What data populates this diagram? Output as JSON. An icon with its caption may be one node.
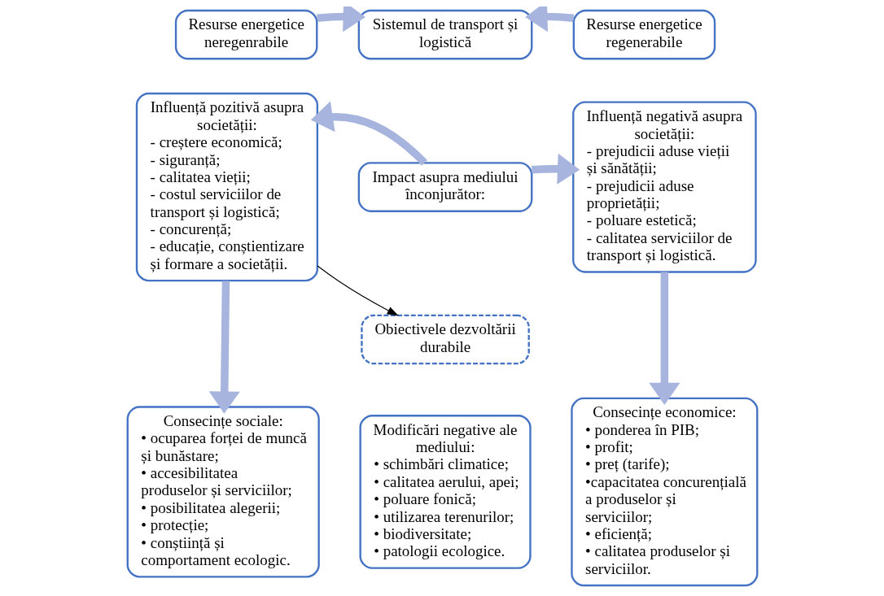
{
  "diagram": {
    "nodes": [
      {
        "text": [
          "Resurse energetice neregenrabile"
        ]
      },
      {
        "text": [
          "Sistemul de transport și logistică"
        ]
      },
      {
        "text": [
          "Resurse energetice regenerabile"
        ]
      },
      {
        "text": [
          "Influență pozitivă asupra societății:",
          "- creștere economică;",
          "- siguranță;",
          "- calitatea vieții;",
          "- costul serviciilor de transport și logistică;",
          "- concurență;",
          "- educație, conștientizare și formare a societății."
        ]
      },
      {
        "text": [
          "Impact asupra mediului înconjurător:"
        ]
      },
      {
        "text": [
          "Influență negativă asupra societății:",
          "- prejudicii aduse vieții și sănătății;",
          "- prejudicii aduse proprietății;",
          "- poluare estetică;",
          "- calitatea serviciilor de transport și logistică."
        ]
      },
      {
        "text": [
          "Obiectivele dezvoltării durabile"
        ]
      },
      {
        "text": [
          "Consecințe sociale:",
          "• ocuparea forței de muncă și bunăstare;",
          "• accesibilitatea produselor și serviciilor;",
          "• posibilitatea alegerii;",
          "• protecție;",
          "• conștiință și comportament ecologic."
        ]
      },
      {
        "text": [
          "Modificări negative ale mediului:",
          "• schimbări climatice;",
          "• calitatea aerului, apei;",
          "• poluare fonică;",
          "• utilizarea terenurilor;",
          "• biodiversitate;",
          "• patologii ecologice."
        ]
      },
      {
        "text": [
          "Consecințe economice:",
          "• ponderea în PIB;",
          "• profit;",
          "• preț (tarife);",
          "•capacitatea concurențială a produselor și serviciilor;",
          "• eficiență;",
          "• calitatea produselor și serviciilor."
        ]
      }
    ],
    "edges": [
      {
        "from": 0,
        "to": 1,
        "arrow": "to"
      },
      {
        "from": 2,
        "to": 1,
        "arrow": "to"
      },
      {
        "from": 4,
        "to": 3,
        "arrow": "to"
      },
      {
        "from": 4,
        "to": 5,
        "arrow": "to"
      },
      {
        "from": 3,
        "to": 6,
        "arrow": "to",
        "color": "#000000"
      },
      {
        "from": 3,
        "to": 7,
        "arrow": "to"
      },
      {
        "from": 5,
        "to": 9,
        "arrow": "to"
      }
    ]
  }
}
